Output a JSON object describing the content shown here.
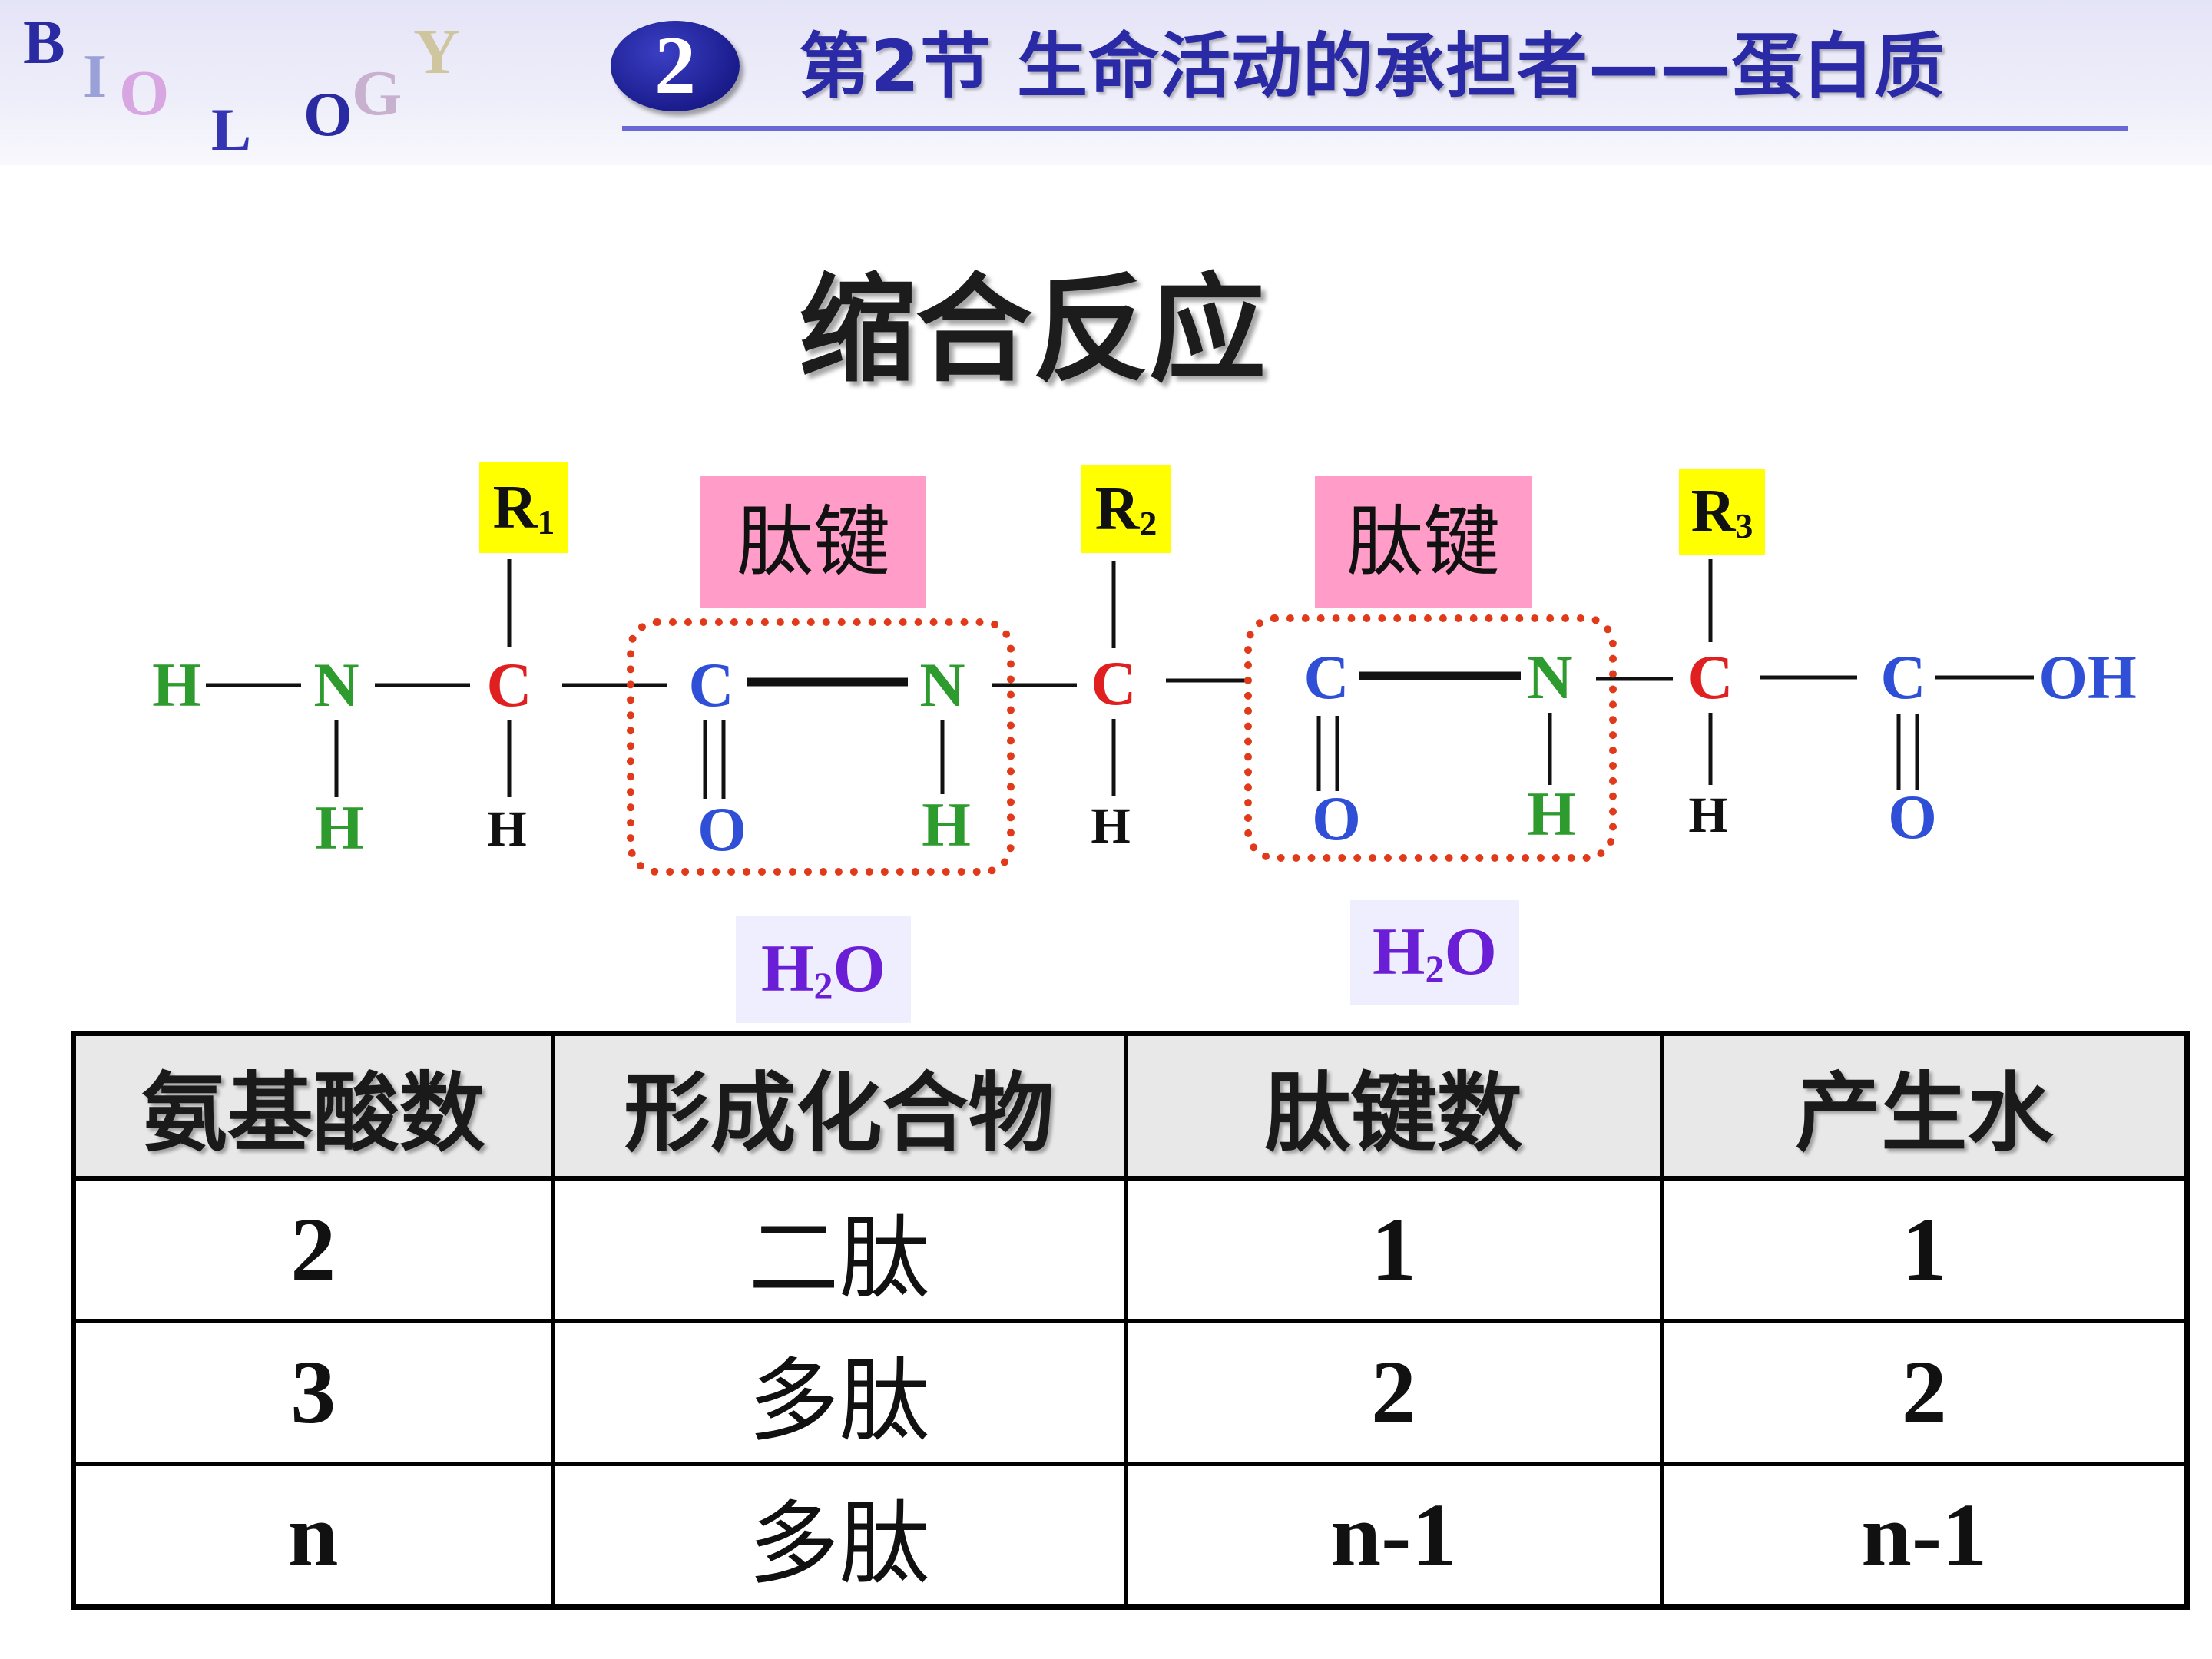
{
  "header": {
    "logo_letters": [
      "B",
      "I",
      "O",
      "L",
      "O",
      "G",
      "Y"
    ],
    "section_number": "2",
    "title": "第2节 生命活动的承担者——蛋白质"
  },
  "main_title": "缩合反应",
  "diagram": {
    "side_chains": [
      "R1",
      "R2",
      "R3"
    ],
    "peptide_bond_label": "肽键",
    "water": "H2O",
    "atoms": {
      "H": "H",
      "N": "N",
      "C": "C",
      "O": "O",
      "OH": "OH"
    }
  },
  "table": {
    "headers": [
      "氨基酸数",
      "形成化合物",
      "肽键数",
      "产生水"
    ],
    "rows": [
      {
        "amino_acids": "2",
        "compound": "二肽",
        "peptide_bonds": "1",
        "water": "1"
      },
      {
        "amino_acids": "3",
        "compound": "多肽",
        "peptide_bonds": "2",
        "water": "2"
      },
      {
        "amino_acids": "n",
        "compound": "多肽",
        "peptide_bonds": "n-1",
        "water": "n-1"
      }
    ]
  },
  "colors": {
    "header_title": "#2b2aa6",
    "amino_group": "#2e9b2e",
    "alpha_carbon": "#e02020",
    "carboxyl_group": "#2f4fd6",
    "r_group_highlight": "#ffff00",
    "peptide_label_highlight": "#ff9cc8",
    "water": "#6a1ed6",
    "highlight_row": "#ff3300"
  }
}
